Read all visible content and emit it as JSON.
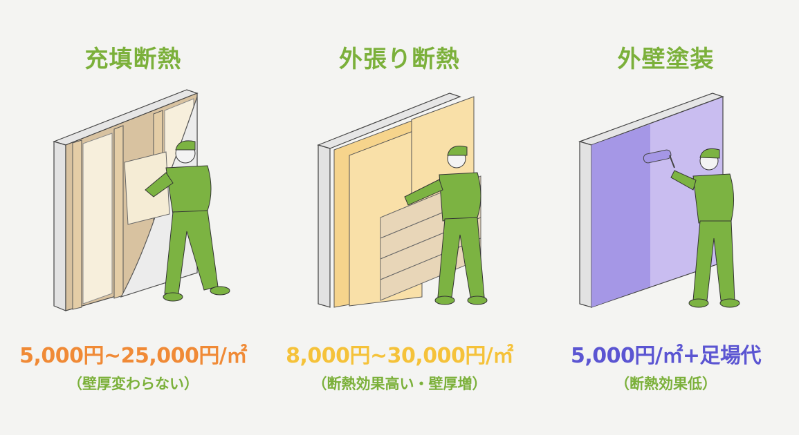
{
  "colors": {
    "title_green": "#7bb03a",
    "price_orange": "#f08a36",
    "price_yellow": "#f5c23a",
    "price_purple": "#5b55d2",
    "worker_green": "#7cb342",
    "background": "#f4f4f2"
  },
  "methods": [
    {
      "title": "充填断熱",
      "illustration": "wall-cavity-insulation-illustration",
      "price": "5,000円~25,000円/㎡",
      "note": "（壁厚変わらない）"
    },
    {
      "title": "外張り断熱",
      "illustration": "exterior-board-insulation-illustration",
      "price": "8,000円~30,000円/㎡",
      "note": "（断熱効果高い・壁厚増）"
    },
    {
      "title": "外壁塗装",
      "illustration": "wall-painting-illustration",
      "price": "5,000円/㎡+足場代",
      "note": "（断熱効果低）"
    }
  ]
}
